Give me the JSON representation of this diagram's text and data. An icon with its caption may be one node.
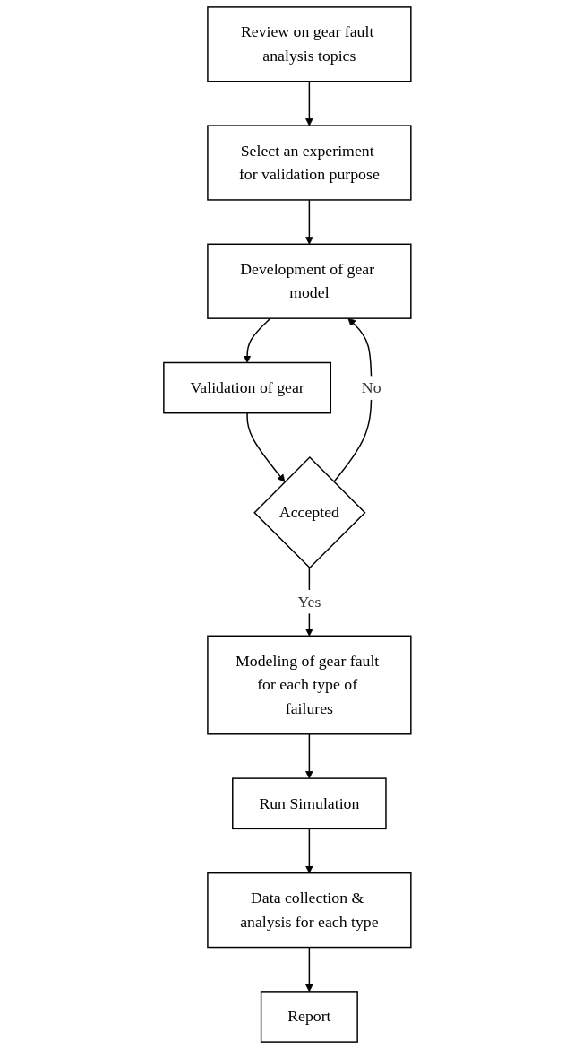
{
  "diagram": {
    "nodes": [
      {
        "text": [
          "Review on gear fault analysis topics"
        ]
      },
      {
        "text": [
          "Select an experiment for validation purpose"
        ]
      },
      {
        "text": [
          "Development of gear model"
        ]
      },
      {
        "text": [
          "Validation of gear"
        ]
      },
      {
        "text": [
          "Accepted"
        ]
      },
      {
        "text": [
          "Modeling of gear fault for each type of failures"
        ]
      },
      {
        "text": [
          "Run Simulation"
        ]
      },
      {
        "text": [
          "Data collection & analysis for each type"
        ]
      },
      {
        "text": [
          "Report"
        ]
      }
    ],
    "edges": [
      {
        "from": 0,
        "to": 1,
        "arrow": "to"
      },
      {
        "from": 1,
        "to": 2,
        "arrow": "to"
      },
      {
        "from": 2,
        "to": 3,
        "arrow": "to"
      },
      {
        "from": 3,
        "to": 4,
        "arrow": "to"
      },
      {
        "from": 4,
        "to": 2,
        "arrow": "to",
        "label": "No"
      },
      {
        "from": 4,
        "to": 5,
        "arrow": "to",
        "label": "Yes"
      },
      {
        "from": 5,
        "to": 6,
        "arrow": "to"
      },
      {
        "from": 6,
        "to": 7,
        "arrow": "to"
      },
      {
        "from": 7,
        "to": 8,
        "arrow": "to"
      }
    ]
  }
}
